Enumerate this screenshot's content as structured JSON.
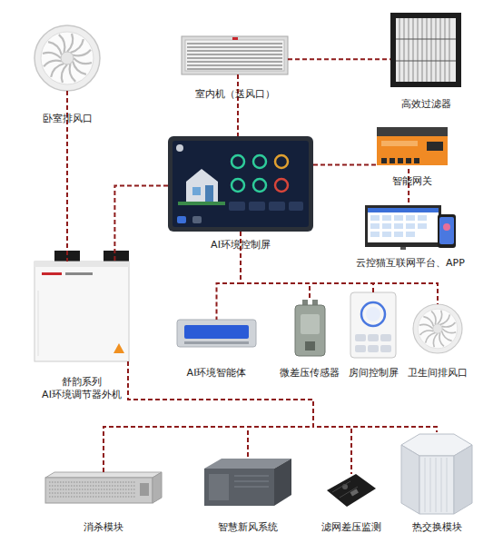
{
  "diagram": {
    "nodes": [
      {
        "text": [
          "卧室排风口"
        ]
      },
      {
        "text": [
          "室内机（送风口）"
        ]
      },
      {
        "text": [
          "高效过滤器"
        ]
      },
      {
        "text": [
          "AI环境控制屏"
        ]
      },
      {
        "text": [
          "智能网关"
        ]
      },
      {
        "text": [
          "云控猫互联网平台、APP"
        ]
      },
      {
        "text": [
          "舒韵系列 AI环境调节器外机"
        ]
      },
      {
        "text": [
          "AI环境智能体"
        ]
      },
      {
        "text": [
          "微差压传感器"
        ]
      },
      {
        "text": [
          "房间控制屏"
        ]
      },
      {
        "text": [
          "卫生间排风口"
        ]
      },
      {
        "text": [
          "消杀模块"
        ]
      },
      {
        "text": [
          "智慧新风系统"
        ]
      },
      {
        "text": [
          "滤网差压监测"
        ]
      },
      {
        "text": [
          "热交换模块"
        ]
      }
    ],
    "edges": [
      {
        "from": 1,
        "to": 2,
        "arrow": "none"
      },
      {
        "from": 1,
        "to": 3,
        "arrow": "none"
      },
      {
        "from": 0,
        "to": 6,
        "arrow": "none"
      },
      {
        "from": 3,
        "to": 6,
        "arrow": "none"
      },
      {
        "from": 3,
        "to": 4,
        "arrow": "none"
      },
      {
        "from": 4,
        "to": 5,
        "arrow": "none"
      },
      {
        "from": 3,
        "to": 7,
        "arrow": "none"
      },
      {
        "from": 3,
        "to": 8,
        "arrow": "none"
      },
      {
        "from": 3,
        "to": 9,
        "arrow": "none"
      },
      {
        "from": 3,
        "to": 10,
        "arrow": "none"
      },
      {
        "from": 6,
        "to": 11,
        "arrow": "none"
      },
      {
        "from": 6,
        "to": 12,
        "arrow": "none"
      },
      {
        "from": 6,
        "to": 13,
        "arrow": "none"
      },
      {
        "from": 6,
        "to": 14,
        "arrow": "none"
      }
    ]
  }
}
